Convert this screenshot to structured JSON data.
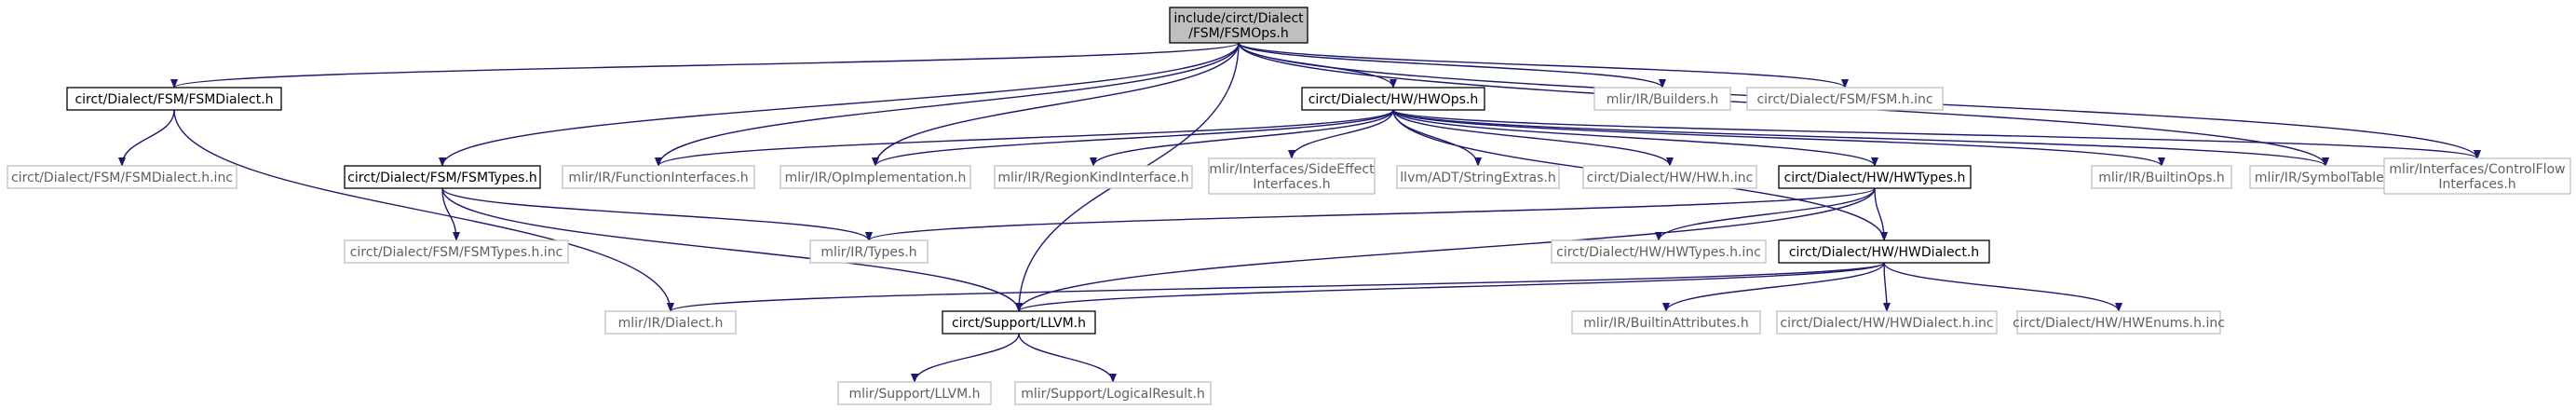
{
  "colors": {
    "edge": "#191970",
    "strong_border": "#000000",
    "weak_border": "#bfbfbf",
    "root_fill": "#bfbfbf",
    "node_fill": "#ffffff",
    "text": "#000000",
    "weak_text": "#606060"
  },
  "nodes": [
    {
      "id": "fsmops",
      "lines": [
        "include/circt/Dialect",
        "/FSM/FSMOps.h"
      ],
      "kind": "root"
    },
    {
      "id": "fsmdialect",
      "lines": [
        "circt/Dialect/FSM/FSMDialect.h"
      ],
      "kind": "strong"
    },
    {
      "id": "fsmdialect_inc",
      "lines": [
        "circt/Dialect/FSM/FSMDialect.h.inc"
      ],
      "kind": "weak"
    },
    {
      "id": "hwops",
      "lines": [
        "circt/Dialect/HW/HWOps.h"
      ],
      "kind": "strong"
    },
    {
      "id": "builders",
      "lines": [
        "mlir/IR/Builders.h"
      ],
      "kind": "weak"
    },
    {
      "id": "fsm_inc",
      "lines": [
        "circt/Dialect/FSM/FSM.h.inc"
      ],
      "kind": "weak"
    },
    {
      "id": "fsmtypes",
      "lines": [
        "circt/Dialect/FSM/FSMTypes.h"
      ],
      "kind": "strong"
    },
    {
      "id": "funcif",
      "lines": [
        "mlir/IR/FunctionInterfaces.h"
      ],
      "kind": "weak"
    },
    {
      "id": "opimpl",
      "lines": [
        "mlir/IR/OpImplementation.h"
      ],
      "kind": "weak"
    },
    {
      "id": "regionkind",
      "lines": [
        "mlir/IR/RegionKindInterface.h"
      ],
      "kind": "weak"
    },
    {
      "id": "sideeffect",
      "lines": [
        "mlir/Interfaces/SideEffect",
        "Interfaces.h"
      ],
      "kind": "weak"
    },
    {
      "id": "stringextras",
      "lines": [
        "llvm/ADT/StringExtras.h"
      ],
      "kind": "weak"
    },
    {
      "id": "hw_inc",
      "lines": [
        "circt/Dialect/HW/HW.h.inc"
      ],
      "kind": "weak"
    },
    {
      "id": "hwtypes",
      "lines": [
        "circt/Dialect/HW/HWTypes.h"
      ],
      "kind": "strong"
    },
    {
      "id": "builtinops",
      "lines": [
        "mlir/IR/BuiltinOps.h"
      ],
      "kind": "weak"
    },
    {
      "id": "symboltable",
      "lines": [
        "mlir/IR/SymbolTable.h"
      ],
      "kind": "weak"
    },
    {
      "id": "controlflow",
      "lines": [
        "mlir/Interfaces/ControlFlow",
        "Interfaces.h"
      ],
      "kind": "weak"
    },
    {
      "id": "fsmtypes_inc",
      "lines": [
        "circt/Dialect/FSM/FSMTypes.h.inc"
      ],
      "kind": "weak"
    },
    {
      "id": "irtypes",
      "lines": [
        "mlir/IR/Types.h"
      ],
      "kind": "weak"
    },
    {
      "id": "hwtypes_inc",
      "lines": [
        "circt/Dialect/HW/HWTypes.h.inc"
      ],
      "kind": "weak"
    },
    {
      "id": "hwdialect",
      "lines": [
        "circt/Dialect/HW/HWDialect.h"
      ],
      "kind": "strong"
    },
    {
      "id": "irdialect",
      "lines": [
        "mlir/IR/Dialect.h"
      ],
      "kind": "weak"
    },
    {
      "id": "supportllvm",
      "lines": [
        "circt/Support/LLVM.h"
      ],
      "kind": "strong"
    },
    {
      "id": "builtinattrs",
      "lines": [
        "mlir/IR/BuiltinAttributes.h"
      ],
      "kind": "weak"
    },
    {
      "id": "hwdialect_inc",
      "lines": [
        "circt/Dialect/HW/HWDialect.h.inc"
      ],
      "kind": "weak"
    },
    {
      "id": "hwenums_inc",
      "lines": [
        "circt/Dialect/HW/HWEnums.h.inc"
      ],
      "kind": "weak"
    },
    {
      "id": "mlirsupportllvm",
      "lines": [
        "mlir/Support/LLVM.h"
      ],
      "kind": "weak"
    },
    {
      "id": "logicalresult",
      "lines": [
        "mlir/Support/LogicalResult.h"
      ],
      "kind": "weak"
    }
  ],
  "edges": [
    [
      "fsmops",
      "fsmdialect"
    ],
    [
      "fsmops",
      "hwops"
    ],
    [
      "fsmops",
      "builders"
    ],
    [
      "fsmops",
      "fsm_inc"
    ],
    [
      "fsmops",
      "fsmtypes"
    ],
    [
      "fsmops",
      "funcif"
    ],
    [
      "fsmops",
      "opimpl"
    ],
    [
      "fsmops",
      "supportllvm"
    ],
    [
      "fsmops",
      "controlflow"
    ],
    [
      "fsmops",
      "symboltable"
    ],
    [
      "fsmdialect",
      "fsmdialect_inc"
    ],
    [
      "fsmdialect",
      "irdialect"
    ],
    [
      "hwops",
      "funcif"
    ],
    [
      "hwops",
      "opimpl"
    ],
    [
      "hwops",
      "regionkind"
    ],
    [
      "hwops",
      "sideeffect"
    ],
    [
      "hwops",
      "stringextras"
    ],
    [
      "hwops",
      "hw_inc"
    ],
    [
      "hwops",
      "hwtypes"
    ],
    [
      "hwops",
      "builtinops"
    ],
    [
      "hwops",
      "symboltable"
    ],
    [
      "hwops",
      "controlflow"
    ],
    [
      "hwops",
      "hwdialect"
    ],
    [
      "fsmtypes",
      "fsmtypes_inc"
    ],
    [
      "fsmtypes",
      "irtypes"
    ],
    [
      "fsmtypes",
      "supportllvm"
    ],
    [
      "hwtypes",
      "irtypes"
    ],
    [
      "hwtypes",
      "hwtypes_inc"
    ],
    [
      "hwtypes",
      "hwdialect"
    ],
    [
      "hwtypes",
      "supportllvm"
    ],
    [
      "hwdialect",
      "irdialect"
    ],
    [
      "hwdialect",
      "supportllvm"
    ],
    [
      "hwdialect",
      "builtinattrs"
    ],
    [
      "hwdialect",
      "hwdialect_inc"
    ],
    [
      "hwdialect",
      "hwenums_inc"
    ],
    [
      "supportllvm",
      "mlirsupportllvm"
    ],
    [
      "supportllvm",
      "logicalresult"
    ]
  ]
}
